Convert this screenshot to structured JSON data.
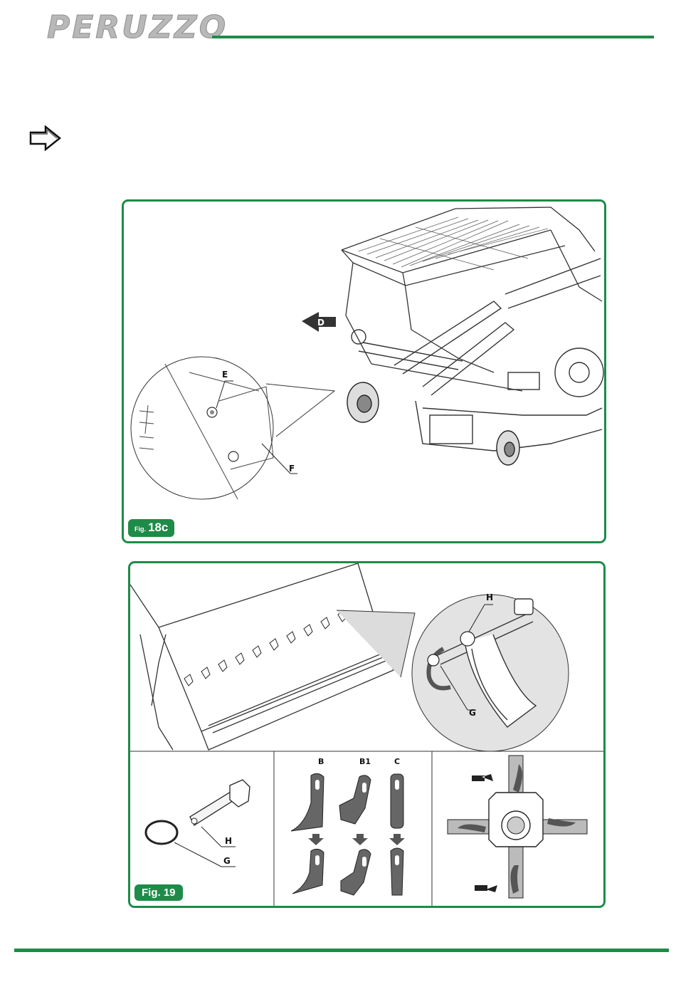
{
  "header": {
    "brand": "PERUZZO",
    "accent_color": "#1f8b48"
  },
  "note": {
    "icon": "arrow-right-outline-icon"
  },
  "figure_18c": {
    "badge_prefix": "Fig.",
    "badge_number": "18c",
    "labels": {
      "direction": "D",
      "bolt": "E",
      "plate": "F"
    }
  },
  "figure_19": {
    "badge": "Fig. 19",
    "labels": {
      "nut": "H",
      "ring": "G"
    },
    "parts_labels": {
      "bolt": "H",
      "ring": "G"
    },
    "blades": {
      "type_b": "B",
      "type_b1": "B1",
      "type_c": "C"
    }
  }
}
